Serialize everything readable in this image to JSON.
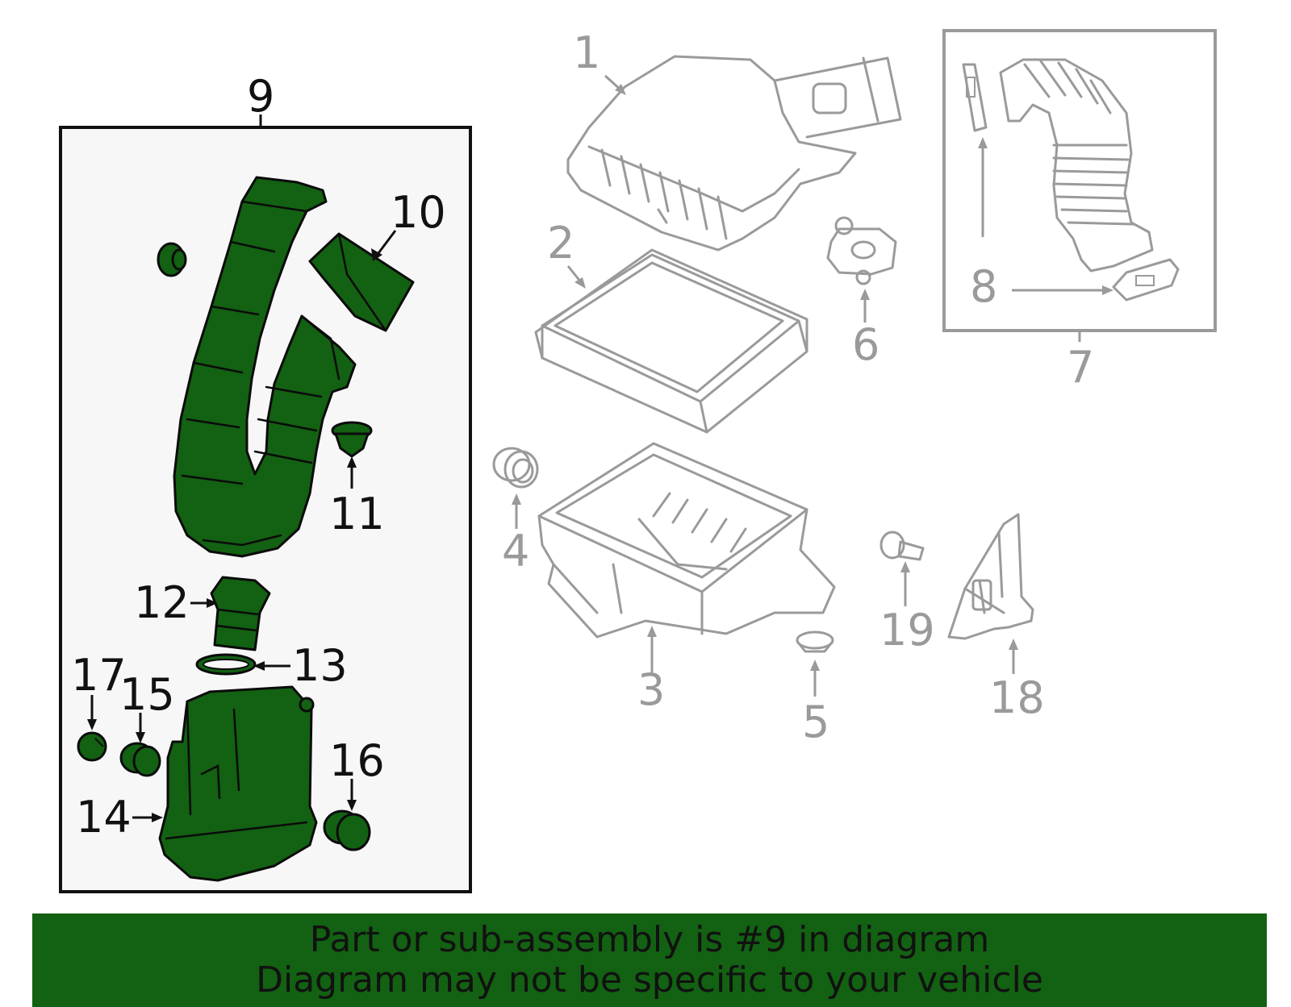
{
  "colors": {
    "highlight": "#136112",
    "outline_gray": "#9a9a9a",
    "outline_dark": "#0b0b0b",
    "panel_bg": "#f7f7f7"
  },
  "callouts": {
    "c1": "1",
    "c2": "2",
    "c3": "3",
    "c4": "4",
    "c5": "5",
    "c6": "6",
    "c7": "7",
    "c8": "8",
    "c9": "9",
    "c10": "10",
    "c11": "11",
    "c12": "12",
    "c13": "13",
    "c14": "14",
    "c15": "15",
    "c16": "16",
    "c17": "17",
    "c18": "18",
    "c19": "19"
  },
  "banner": {
    "line1": "Part or sub-assembly is #9 in diagram",
    "line2": "Diagram may not be specific to your vehicle"
  }
}
